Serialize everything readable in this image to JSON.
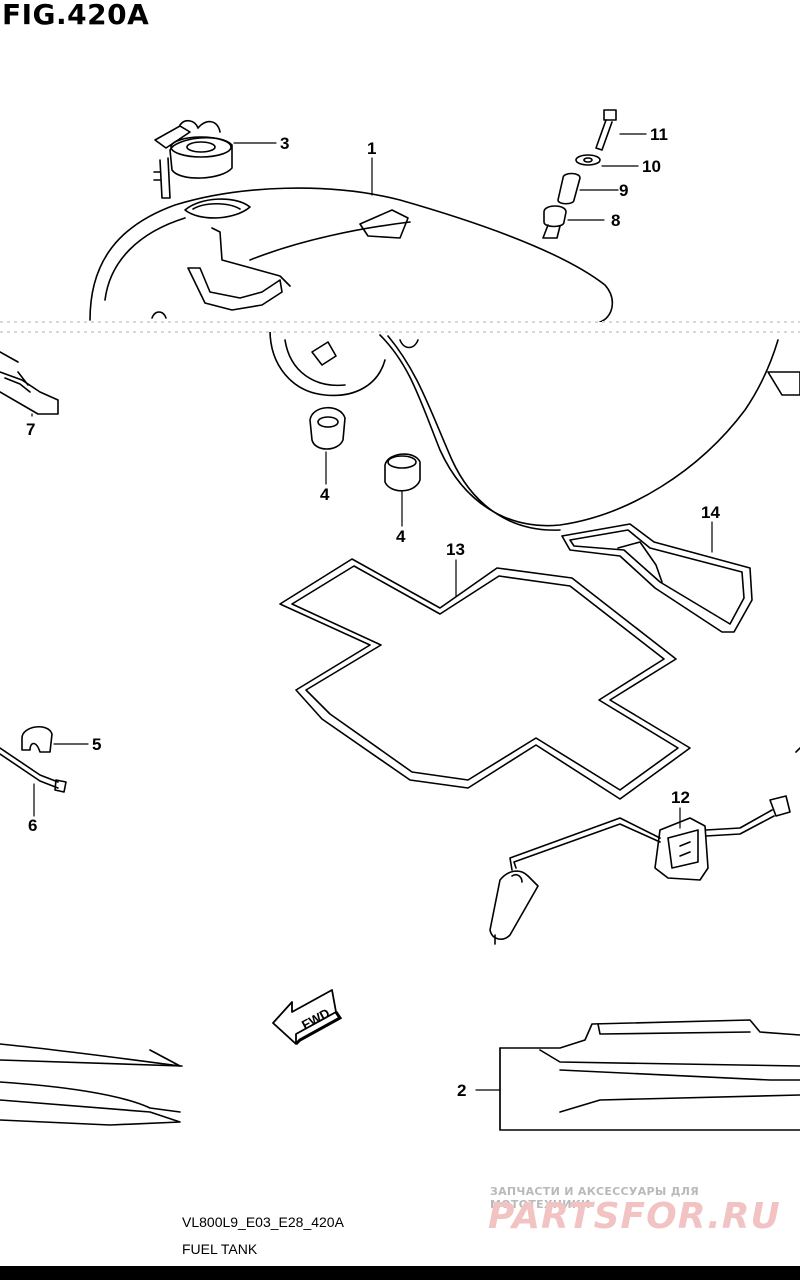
{
  "figure": {
    "title": "FIG.420A",
    "model_code": "VL800L9_E03_E28_420A",
    "name": "FUEL TANK"
  },
  "direction_label": "FWD",
  "callouts": [
    "1",
    "2",
    "3",
    "4",
    "4",
    "5",
    "6",
    "7",
    "8",
    "9",
    "10",
    "11",
    "12",
    "13",
    "14"
  ],
  "watermark": {
    "line1": "ЗАПЧАСТИ И АКСЕССУАРЫ ДЛЯ МОТОТЕХНИКИ",
    "logo": "PARTSFOR.RU"
  }
}
